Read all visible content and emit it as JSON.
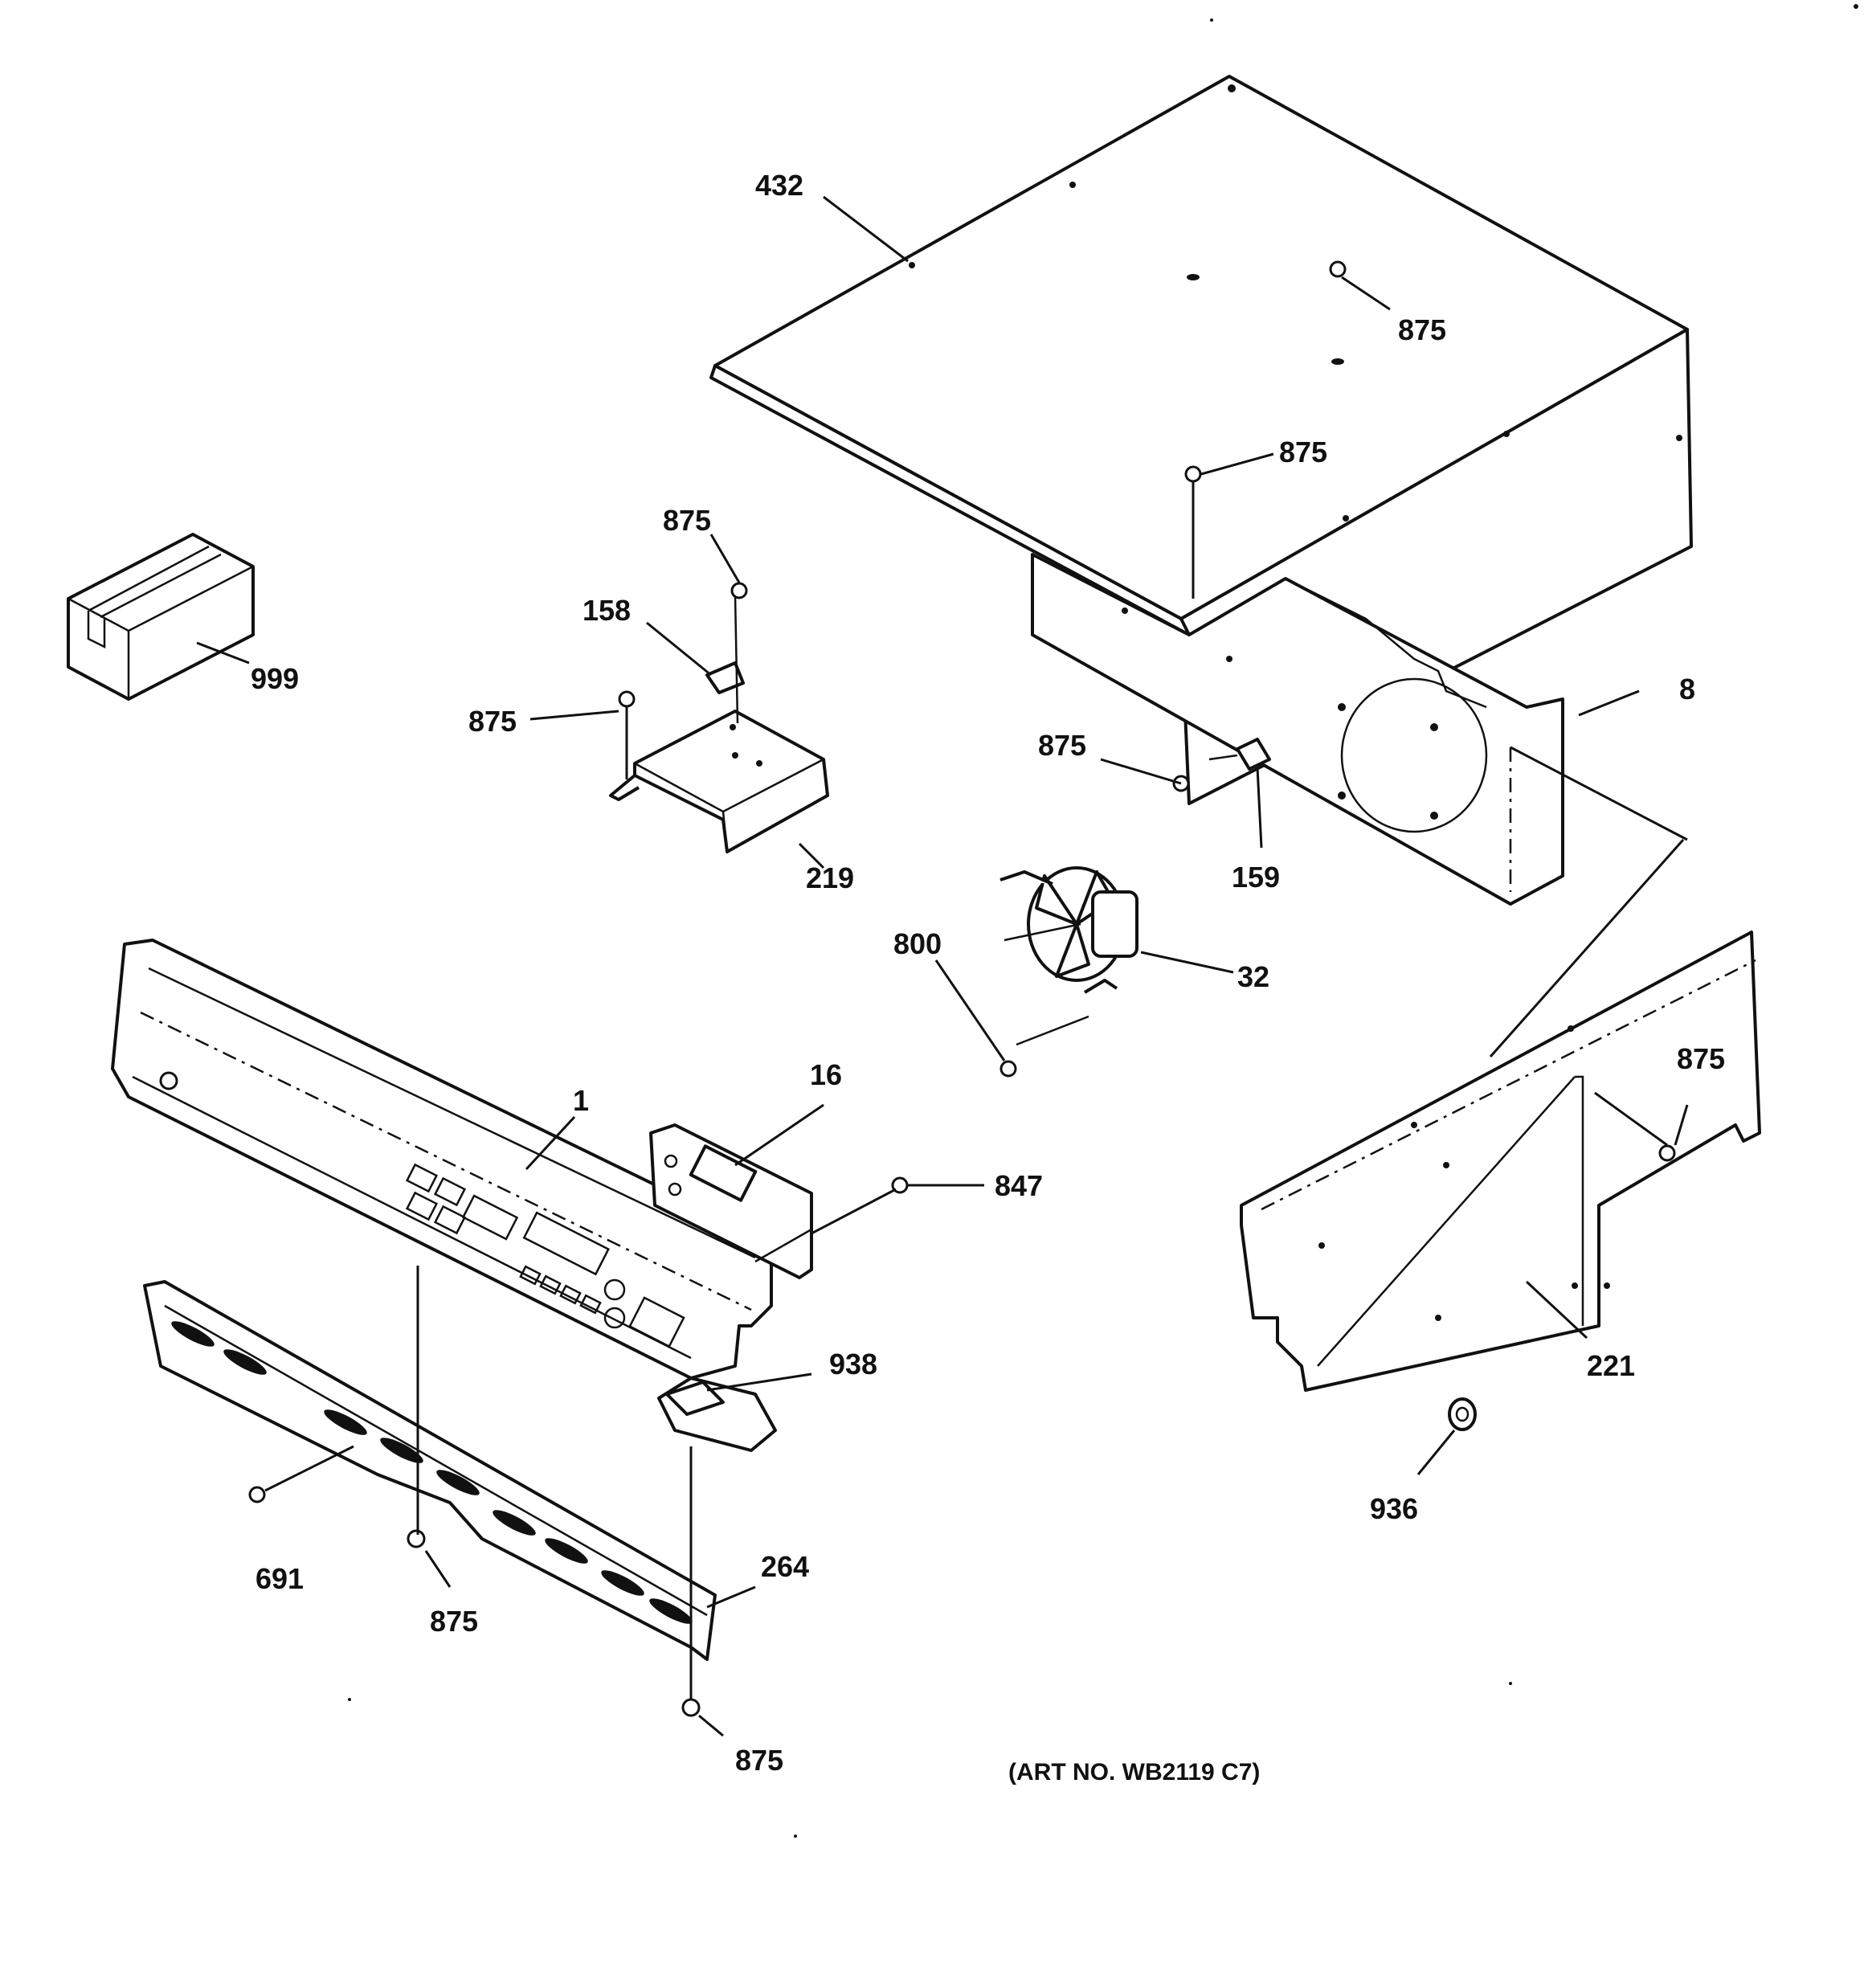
{
  "diagram": {
    "art_number": "(ART NO. WB2119 C7)",
    "callouts": [
      {
        "id": "c432",
        "text": "432"
      },
      {
        "id": "c875a",
        "text": "875"
      },
      {
        "id": "c875b",
        "text": "875"
      },
      {
        "id": "c875c",
        "text": "875"
      },
      {
        "id": "c158",
        "text": "158"
      },
      {
        "id": "c999",
        "text": "999"
      },
      {
        "id": "c875d",
        "text": "875"
      },
      {
        "id": "c219",
        "text": "219"
      },
      {
        "id": "c875e",
        "text": "875"
      },
      {
        "id": "c8",
        "text": "8"
      },
      {
        "id": "c159",
        "text": "159"
      },
      {
        "id": "c800",
        "text": "800"
      },
      {
        "id": "c32",
        "text": "32"
      },
      {
        "id": "c16",
        "text": "16"
      },
      {
        "id": "c1",
        "text": "1"
      },
      {
        "id": "c875f",
        "text": "875"
      },
      {
        "id": "c847",
        "text": "847"
      },
      {
        "id": "c938",
        "text": "938"
      },
      {
        "id": "c221",
        "text": "221"
      },
      {
        "id": "c936",
        "text": "936"
      },
      {
        "id": "c264",
        "text": "264"
      },
      {
        "id": "c691",
        "text": "691"
      },
      {
        "id": "c875g",
        "text": "875"
      },
      {
        "id": "c875h",
        "text": "875"
      }
    ]
  }
}
